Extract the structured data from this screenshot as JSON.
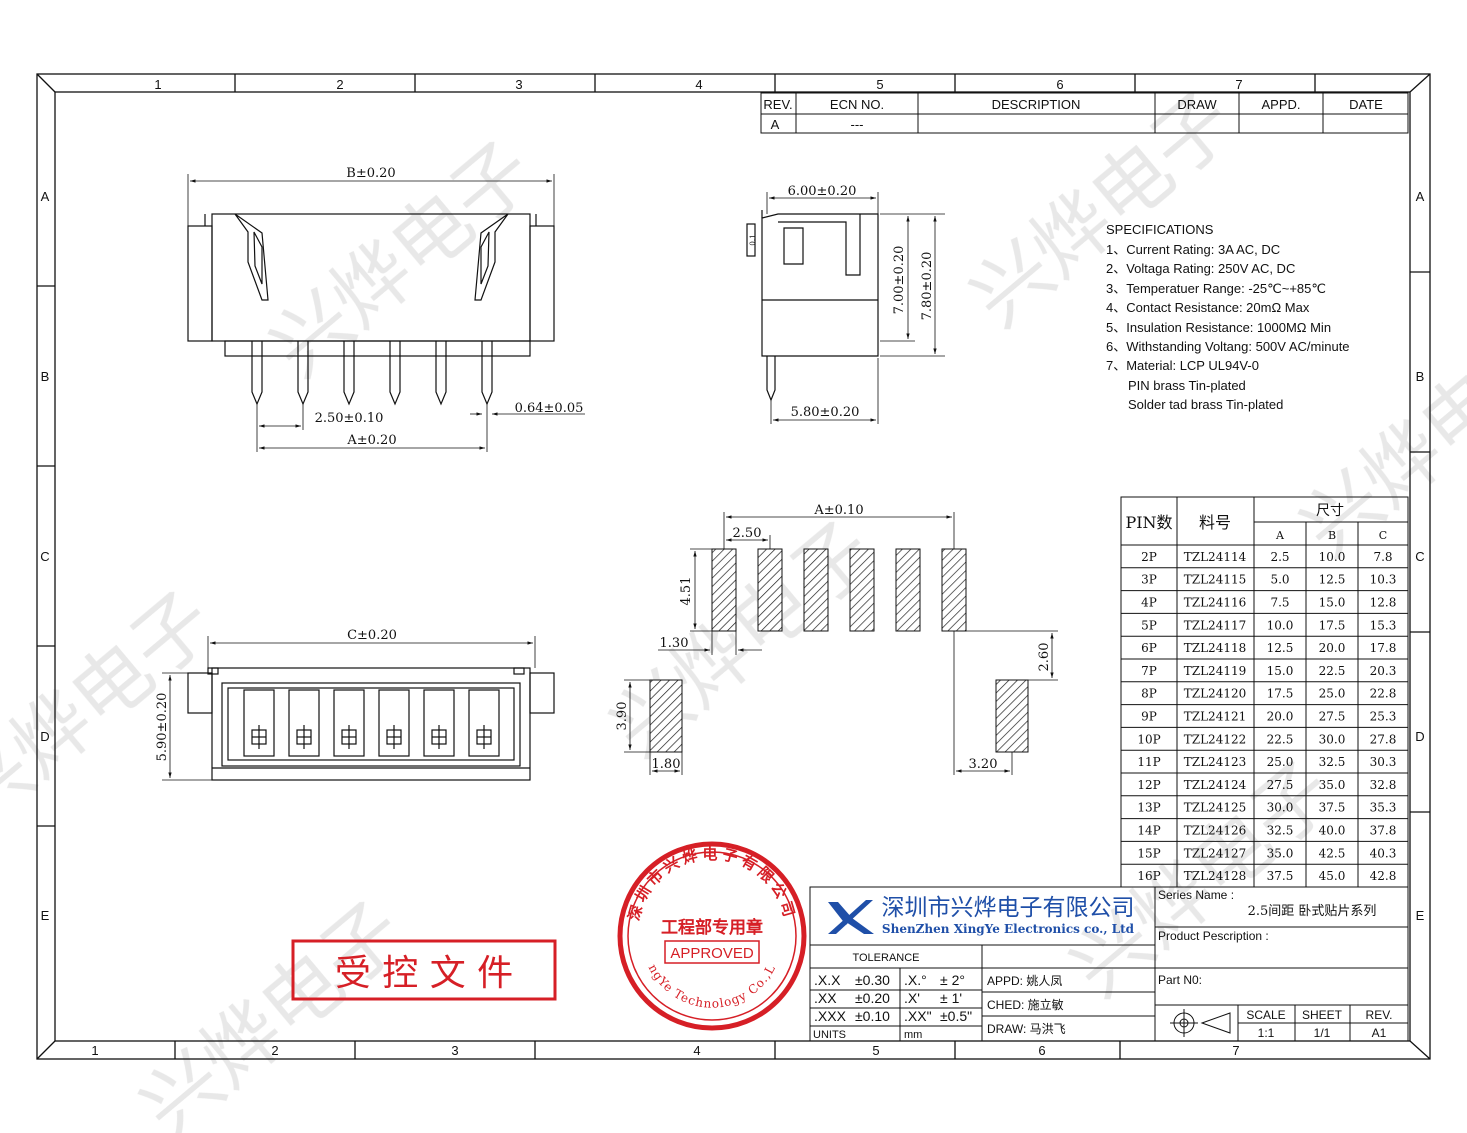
{
  "watermark": "兴烨电子",
  "border": {
    "top_cols": [
      "1",
      "2",
      "3",
      "4",
      "5",
      "6",
      "7"
    ],
    "bottom_cols": [
      "1",
      "2",
      "3",
      "4",
      "5",
      "6",
      "7"
    ],
    "rows": [
      "A",
      "B",
      "C",
      "D",
      "E"
    ]
  },
  "revision_table": {
    "headers": [
      "REV.",
      "ECN NO.",
      "DESCRIPTION",
      "DRAW",
      "APPD.",
      "DATE"
    ],
    "row": [
      "A",
      "---",
      "",
      "",
      "",
      ""
    ]
  },
  "dimensions": {
    "front_b": "B±0.20",
    "front_pitch": "2.50±0.10",
    "front_pin_w": "0.64±0.05",
    "front_a": "A±0.20",
    "side_top": "6.00±0.20",
    "side_h1": "7.00±0.20",
    "side_h2": "7.80±0.20",
    "side_bottom": "5.80±0.20",
    "side_flat": "0.1",
    "top_c": "C±0.20",
    "top_h": "5.90±0.20",
    "pcb_a": "A±0.10",
    "pcb_pitch": "2.50",
    "pcb_pad_h": "4.51",
    "pcb_pad_w": "1.30",
    "pcb_gap": "2.60",
    "pcb_tab_h": "3.90",
    "pcb_tab_w": "1.80",
    "pcb_tab_offset": "3.20"
  },
  "specifications": {
    "title": "SPECIFICATIONS",
    "lines": [
      "1、Current Rating:  3A AC, DC",
      "2、Voltaga Rating:  250V AC, DC",
      "3、Temperatuer Range:  -25℃~+85℃",
      "4、Contact Resistance:  20mΩ  Max",
      "5、Insulation Resistance:  1000MΩ  Min",
      "6、Withstanding Voltang: 500V  AC/minute",
      "7、Material:  LCP UL94V-0",
      "PIN brass Tin-plated",
      "Solder tad brass Tin-plated"
    ]
  },
  "pin_table": {
    "col_pin": "PIN数",
    "col_part": "料号",
    "col_size": "尺寸",
    "sub_cols": [
      "A",
      "B",
      "C"
    ],
    "rows": [
      [
        "2P",
        "TZL24114",
        "2.5",
        "10.0",
        "7.8"
      ],
      [
        "3P",
        "TZL24115",
        "5.0",
        "12.5",
        "10.3"
      ],
      [
        "4P",
        "TZL24116",
        "7.5",
        "15.0",
        "12.8"
      ],
      [
        "5P",
        "TZL24117",
        "10.0",
        "17.5",
        "15.3"
      ],
      [
        "6P",
        "TZL24118",
        "12.5",
        "20.0",
        "17.8"
      ],
      [
        "7P",
        "TZL24119",
        "15.0",
        "22.5",
        "20.3"
      ],
      [
        "8P",
        "TZL24120",
        "17.5",
        "25.0",
        "22.8"
      ],
      [
        "9P",
        "TZL24121",
        "20.0",
        "27.5",
        "25.3"
      ],
      [
        "10P",
        "TZL24122",
        "22.5",
        "30.0",
        "27.8"
      ],
      [
        "11P",
        "TZL24123",
        "25.0",
        "32.5",
        "30.3"
      ],
      [
        "12P",
        "TZL24124",
        "27.5",
        "35.0",
        "32.8"
      ],
      [
        "13P",
        "TZL24125",
        "30.0",
        "37.5",
        "35.3"
      ],
      [
        "14P",
        "TZL24126",
        "32.5",
        "40.0",
        "37.8"
      ],
      [
        "15P",
        "TZL24127",
        "35.0",
        "42.5",
        "40.3"
      ],
      [
        "16P",
        "TZL24128",
        "37.5",
        "45.0",
        "42.8"
      ]
    ]
  },
  "title_block": {
    "company_cn": "深圳市兴烨电子有限公司",
    "company_en": "ShenZhen XingYe Electronics co., Ltd",
    "tolerance_label": "TOLERANCE",
    "tol_rows": [
      [
        ".X.X",
        "±0.30",
        ".X.°",
        "±  2°"
      ],
      [
        ".XX",
        "±0.20",
        ".X'",
        "±  1'"
      ],
      [
        ".XXX",
        "±0.10",
        ".XX\"",
        "±0.5\""
      ]
    ],
    "units_label": "UNITS",
    "units_value": "mm",
    "appd": "APPD: 姚人凤",
    "ched": "CHED: 施立敏",
    "draw": "DRAW: 马洪飞",
    "series_label": "Series Name :",
    "series_value": "2.5间距 卧式贴片系列",
    "product_label": "Product Pescription :",
    "part_label": "Part N0:",
    "scale_label": "SCALE",
    "scale_value": "1:1",
    "sheet_label": "SHEET",
    "sheet_value": "1/1",
    "rev_label": "REV.",
    "rev_value": "A1"
  },
  "stamp": {
    "ring_text": "深圳市兴烨电子有限公司",
    "ring_en": "XingYe Technology Co.,Ltd",
    "center_text": "工程部专用章",
    "approved": "APPROVED"
  },
  "controlled_doc": "受 控 文 件",
  "colors": {
    "line": "#111111",
    "stamp_red": "#d61f26",
    "logo_blue": "#1f4fa8",
    "watermark": "#e3e3e3"
  }
}
